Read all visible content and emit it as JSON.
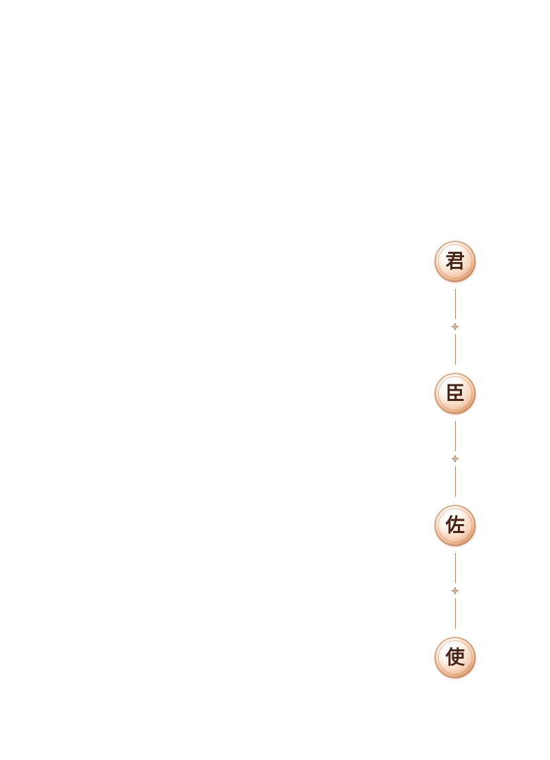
{
  "steps": [
    {
      "label": "君"
    },
    {
      "label": "臣"
    },
    {
      "label": "佐"
    },
    {
      "label": "使"
    }
  ],
  "colors": {
    "accent": "#c47846",
    "text": "#4a2414",
    "connector": "#b48a70"
  },
  "icons": {
    "separator": "diamond-flower-icon"
  }
}
